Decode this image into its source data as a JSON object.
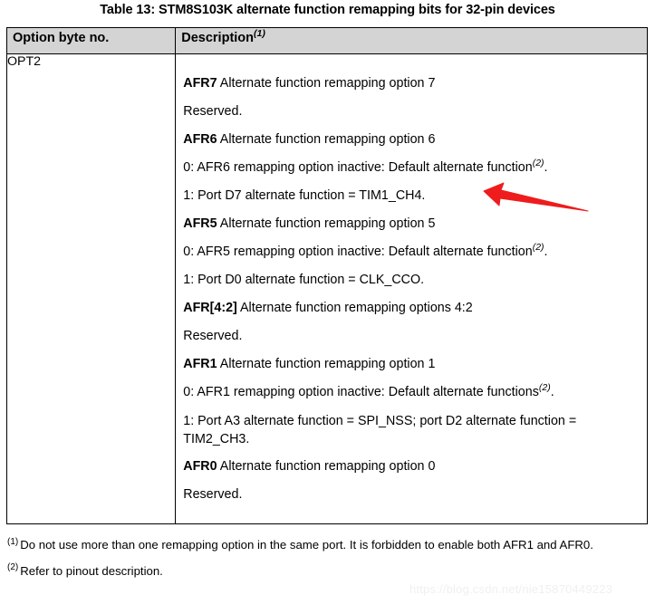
{
  "document": {
    "title": "Table 13: STM8S103K alternate function remapping bits for 32-pin devices"
  },
  "table": {
    "headers": {
      "col1": "Option byte no.",
      "col2": "Description",
      "col2_footnote": "(1)"
    },
    "rows": [
      {
        "option_byte": "OPT2",
        "description_lines": [
          {
            "bold": "AFR7",
            "text": " Alternate function remapping option 7"
          },
          {
            "bold": "",
            "text": "Reserved."
          },
          {
            "bold": "AFR6",
            "text": " Alternate function remapping option 6"
          },
          {
            "bold": "",
            "text": "0: AFR6 remapping option inactive: Default alternate function",
            "footnote": "(2)",
            "tail": "."
          },
          {
            "bold": "",
            "text": "1: Port D7 alternate function = TIM1_CH4."
          },
          {
            "bold": "AFR5",
            "text": " Alternate function remapping option 5"
          },
          {
            "bold": "",
            "text": "0: AFR5 remapping option inactive: Default alternate function",
            "footnote": "(2)",
            "tail": "."
          },
          {
            "bold": "",
            "text": "1: Port D0 alternate function = CLK_CCO."
          },
          {
            "bold": "AFR[4:2]",
            "text": " Alternate function remapping options 4:2"
          },
          {
            "bold": "",
            "text": "Reserved."
          },
          {
            "bold": "AFR1",
            "text": " Alternate function remapping option 1"
          },
          {
            "bold": "",
            "text": "0: AFR1 remapping option inactive: Default alternate functions",
            "footnote": "(2)",
            "tail": "."
          },
          {
            "bold": "",
            "text": "1: Port A3 alternate function = SPI_NSS; port D2 alternate function = TIM2_CH3.",
            "wrap": true
          },
          {
            "bold": "AFR0",
            "text": " Alternate function remapping option 0"
          },
          {
            "bold": "",
            "text": "Reserved."
          }
        ]
      }
    ]
  },
  "footnotes": [
    {
      "marker": "(1)",
      "text": "Do not use more than one remapping option in the same port. It is forbidden to enable both AFR1 and AFR0."
    },
    {
      "marker": "(2)",
      "text": "Refer to pinout description."
    }
  ],
  "annotation": {
    "arrow_color": "#ee1c1c",
    "arrow_name": "red-arrow-pointing-to-tim1-ch4"
  },
  "watermark": {
    "text": "https://blog.csdn.net/nie15870449223",
    "color": "#f0f0f0"
  }
}
